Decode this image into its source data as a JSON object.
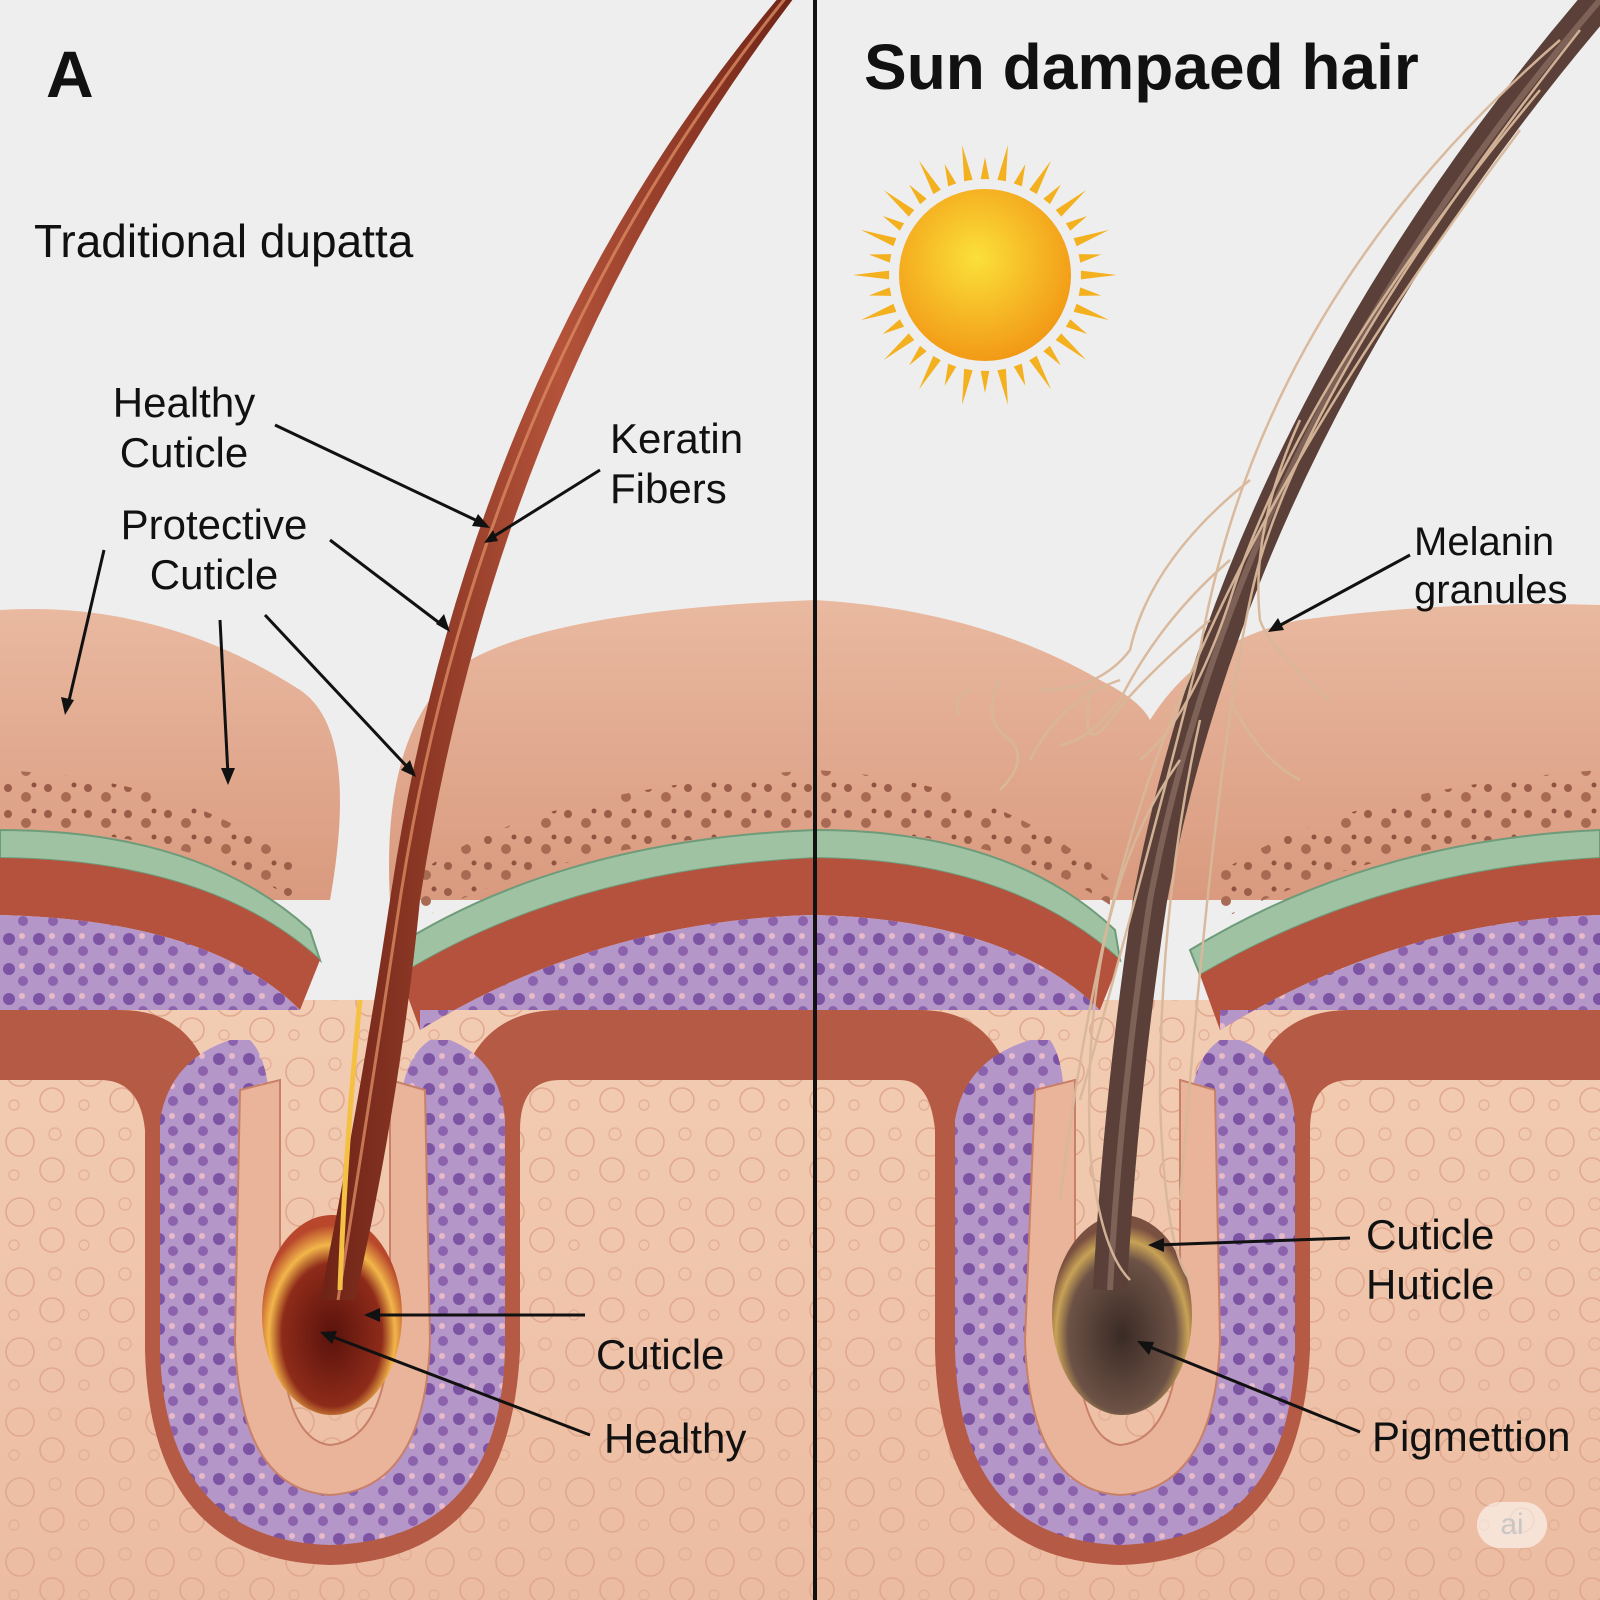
{
  "panel_left": {
    "title": "A",
    "subtitle": "Traditional dupatta",
    "labels": {
      "healthy_cuticle": [
        "Healthy",
        "Cuticle"
      ],
      "keratin_fibers": [
        "Keratin",
        "Fibers"
      ],
      "protective_cuticle": [
        "Protective",
        "Cuticle"
      ],
      "cuticle": "Cuticle",
      "healthy": "Healthy"
    }
  },
  "panel_right": {
    "title": "Sun dampaed hair",
    "labels": {
      "melanin_granules": [
        "Melanin",
        "granules"
      ],
      "cuticle_huticle": [
        "Cuticle",
        "Huticle"
      ],
      "pigmettion": "Pigmettion"
    }
  },
  "watermark": "ai",
  "colors": {
    "background": "#efeeee",
    "skin_top": "#e8b49a",
    "dermis": "#f0c7ac",
    "green_layer": "#9fc3a2",
    "purple_layer": "#9a7ab6",
    "hair_healthy": "#8a2f1f",
    "hair_damaged": "#5a4038",
    "sun": "#f7b521",
    "divider": "#111111"
  }
}
